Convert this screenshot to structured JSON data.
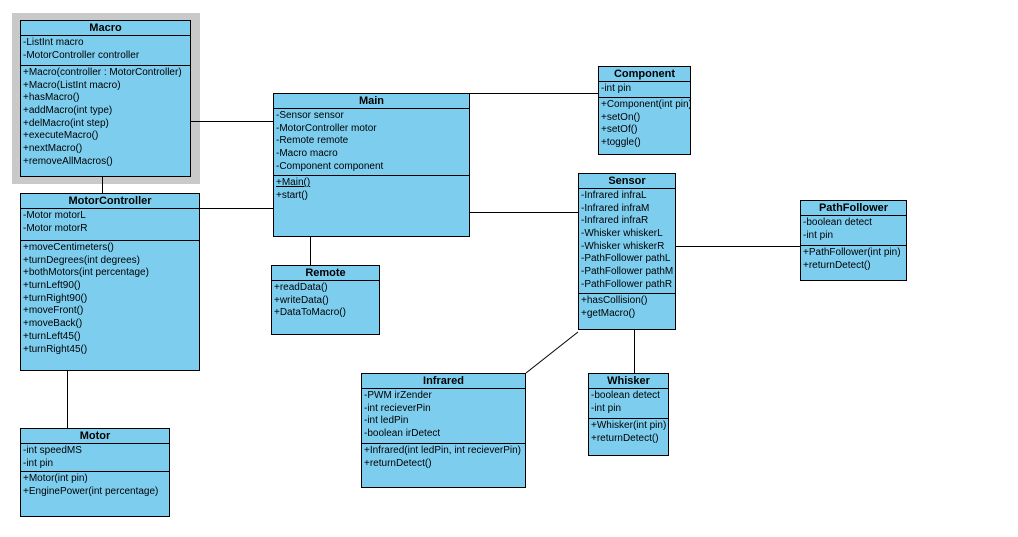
{
  "diagram": {
    "title": "Robot UML class diagram",
    "type": "uml-class-diagram",
    "class_fill_color": "#7dcdef",
    "class_border_color": "#000000",
    "selection_highlight_color": "#c9c9c9",
    "background_color": "#ffffff"
  },
  "classes": [
    {
      "name": "Macro",
      "selected": true,
      "attributes": [
        "-ListInt macro",
        "-MotorController controller"
      ],
      "methods": [
        "+Macro(controller : MotorController)",
        "+Macro(ListInt macro)",
        "+hasMacro()",
        "+addMacro(int type)",
        "+delMacro(int step)",
        "+executeMacro()",
        "+nextMacro()",
        "+removeAllMacros()"
      ]
    },
    {
      "name": "MotorController",
      "selected": false,
      "attributes": [
        "-Motor motorL",
        "-Motor motorR"
      ],
      "methods": [
        "+moveCentimeters()",
        "+turnDegrees(int degrees)",
        "+bothMotors(int percentage)",
        "+turnLeft90()",
        "+turnRight90()",
        "+moveFront()",
        "+moveBack()",
        "+turnLeft45()",
        "+turnRight45()"
      ]
    },
    {
      "name": "Motor",
      "selected": false,
      "attributes": [
        "-int speedMS",
        "-int pin"
      ],
      "methods": [
        "+Motor(int pin)",
        "+EnginePower(int percentage)"
      ]
    },
    {
      "name": "Main",
      "selected": false,
      "attributes": [
        "-Sensor sensor",
        "-MotorController motor",
        "-Remote remote",
        "-Macro macro",
        "-Component component"
      ],
      "methods": [
        {
          "text": "+Main()",
          "underline": true
        },
        "+start()"
      ]
    },
    {
      "name": "Remote",
      "selected": false,
      "attributes": [],
      "methods": [
        "+readData()",
        "+writeData()",
        "+DataToMacro()"
      ]
    },
    {
      "name": "Component",
      "selected": false,
      "attributes": [
        "-int pin"
      ],
      "methods": [
        "+Component(int pin)",
        "+setOn()",
        "+setOf()",
        "+toggle()"
      ]
    },
    {
      "name": "Sensor",
      "selected": false,
      "attributes": [
        "-Infrared infraL",
        "-Infrared infraM",
        "-Infrared infraR",
        "-Whisker whiskerL",
        "-Whisker whiskerR",
        "-PathFollower pathL",
        "-PathFollower pathM",
        "-PathFollower pathR"
      ],
      "methods": [
        "+hasCollision()",
        "+getMacro()"
      ]
    },
    {
      "name": "PathFollower",
      "selected": false,
      "attributes": [
        "-boolean detect",
        "-int pin"
      ],
      "methods": [
        "+PathFollower(int pin)",
        "+returnDetect()"
      ]
    },
    {
      "name": "Infrared",
      "selected": false,
      "attributes": [
        "-PWM irZender",
        "-int recieverPin",
        "-int ledPin",
        "-boolean irDetect"
      ],
      "methods": [
        "+Infrared(int ledPin, int recieverPin)",
        "+returnDetect()"
      ]
    },
    {
      "name": "Whisker",
      "selected": false,
      "attributes": [
        "-boolean detect",
        "-int pin"
      ],
      "methods": [
        "+Whisker(int pin)",
        "+returnDetect()"
      ]
    }
  ],
  "relations": [
    {
      "from": "Macro",
      "to": "Main"
    },
    {
      "from": "Macro",
      "to": "MotorController"
    },
    {
      "from": "MotorController",
      "to": "Main"
    },
    {
      "from": "MotorController",
      "to": "Motor"
    },
    {
      "from": "Main",
      "to": "Component"
    },
    {
      "from": "Main",
      "to": "Sensor"
    },
    {
      "from": "Main",
      "to": "Remote"
    },
    {
      "from": "Sensor",
      "to": "PathFollower"
    },
    {
      "from": "Sensor",
      "to": "Whisker"
    },
    {
      "from": "Sensor",
      "to": "Infrared"
    }
  ]
}
